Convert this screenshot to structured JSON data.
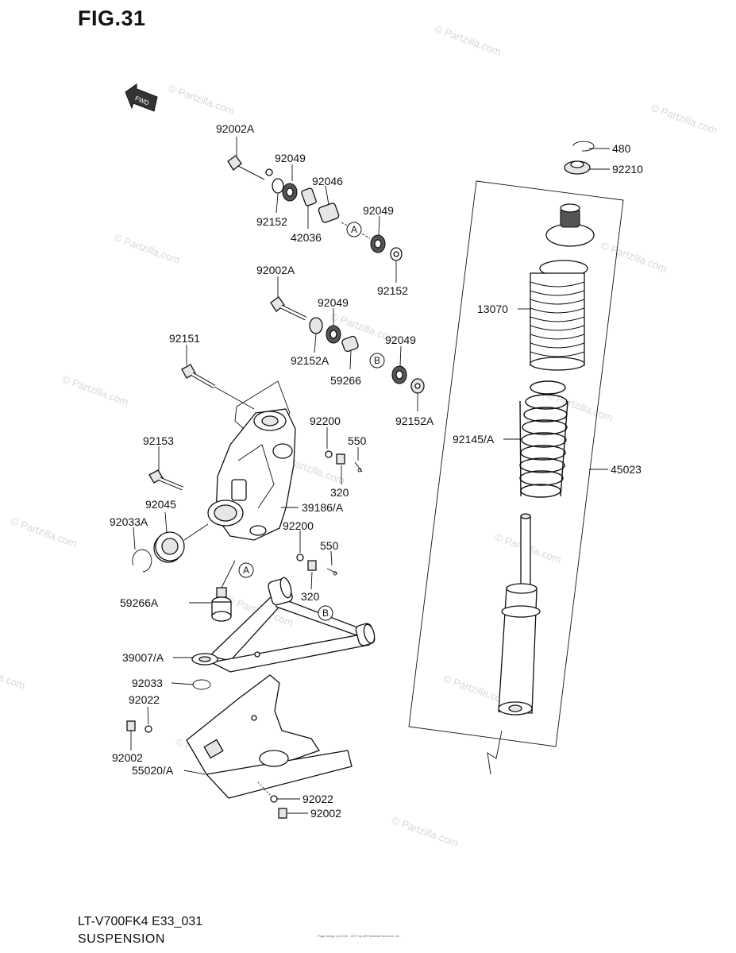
{
  "figure_title": "FIG.31",
  "fwd_label": "FWD",
  "footer": {
    "model_code": "LT-V700FK4 E33_031",
    "section_name": "SUSPENSION",
    "copyright": "Page design (c) 2004 - 2017 by ARI Network Services, Inc."
  },
  "watermark": "© Partzilla.com",
  "circle_refs": {
    "a": "A",
    "b": "B"
  },
  "part_labels": {
    "p92002A_top": "92002A",
    "p92049_1": "92049",
    "p92046": "92046",
    "p92152_1": "92152",
    "p42036": "42036",
    "p92049_2": "92049",
    "p92152_2": "92152",
    "p92002A_mid": "92002A",
    "p92049_3": "92049",
    "p92152A_1": "92152A",
    "p92049_4": "92049",
    "p59266": "59266",
    "p92152A_2": "92152A",
    "p92151": "92151",
    "p92200_1": "92200",
    "p550_1": "550",
    "p92153": "92153",
    "p320_1": "320",
    "p92045": "92045",
    "p39186A": "39186/A",
    "p92033A": "92033A",
    "p92200_2": "92200",
    "p550_2": "550",
    "p320_2": "320",
    "p59266A": "59266A",
    "p39007A": "39007/A",
    "p92033": "92033",
    "p92022_1": "92022",
    "p92002_1": "92002",
    "p55020A": "55020/A",
    "p92022_2": "92022",
    "p92002_2": "92002",
    "p480": "480",
    "p92210": "92210",
    "p13070": "13070",
    "p92145A": "92145/A",
    "p45023": "45023"
  }
}
